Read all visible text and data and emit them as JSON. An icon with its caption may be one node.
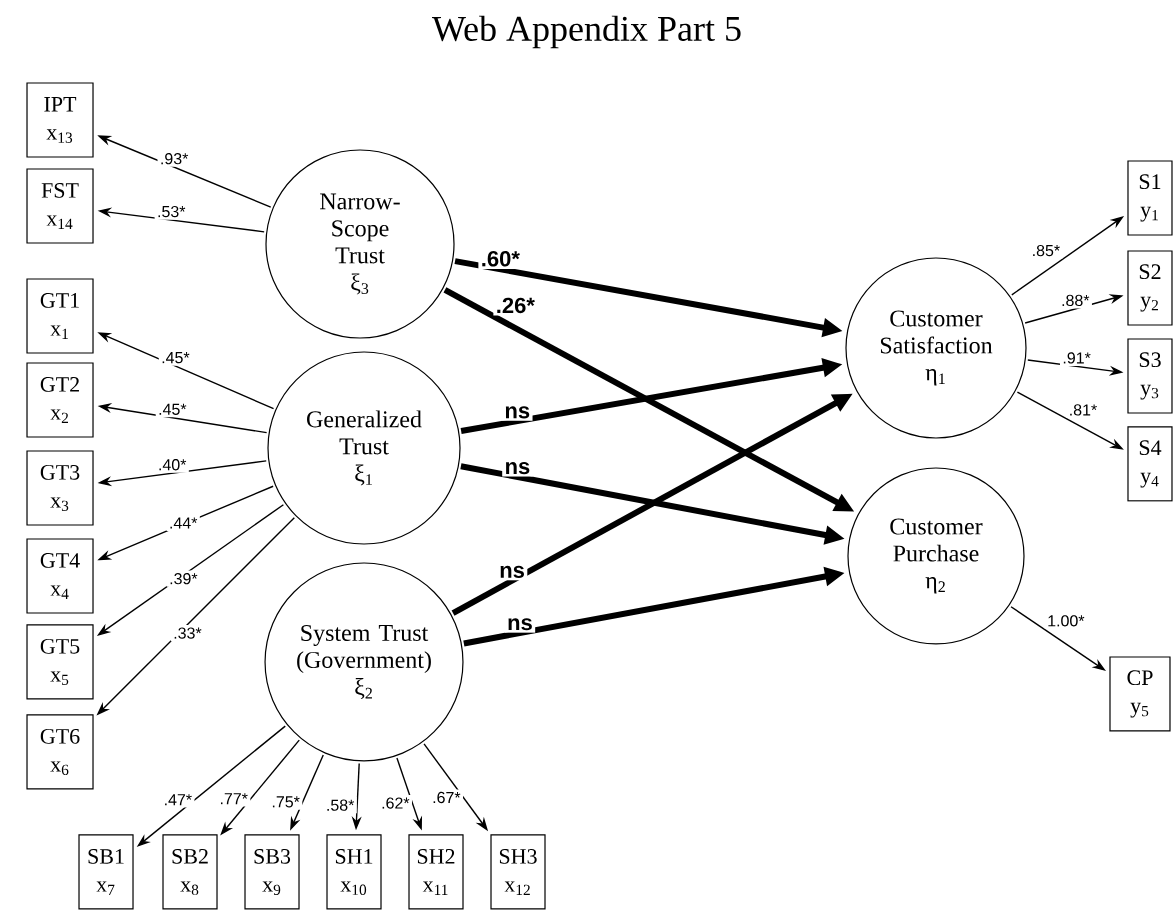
{
  "diagram": {
    "title": "Web Appendix Part 5",
    "nodes": [
      {
        "text": [
          "Narrow-Scope Trust",
          "ξ$_{3}$"
        ]
      },
      {
        "text": [
          "Generalized Trust",
          "ξ$_{1}$"
        ]
      },
      {
        "text": [
          "System Trust (Government)",
          "ξ$_{2}$"
        ]
      },
      {
        "text": [
          "Customer Satisfaction",
          "η$_{1}$"
        ]
      },
      {
        "text": [
          "Customer Purchase",
          "η$_{2}$"
        ]
      },
      {
        "text": [
          "IPT",
          "x$_{13}$"
        ]
      },
      {
        "text": [
          "FST",
          "x$_{14}$"
        ]
      },
      {
        "text": [
          "GT1",
          "x$_{1}$"
        ]
      },
      {
        "text": [
          "GT2",
          "x$_{2}$"
        ]
      },
      {
        "text": [
          "GT3",
          "x$_{3}$"
        ]
      },
      {
        "text": [
          "GT4",
          "x$_{4}$"
        ]
      },
      {
        "text": [
          "GT5",
          "x$_{5}$"
        ]
      },
      {
        "text": [
          "GT6",
          "x$_{6}$"
        ]
      },
      {
        "text": [
          "SB1",
          "x$_{7}$"
        ]
      },
      {
        "text": [
          "SB2",
          "x$_{8}$"
        ]
      },
      {
        "text": [
          "SB3",
          "x$_{9}$"
        ]
      },
      {
        "text": [
          "SH1",
          "x$_{10}$"
        ]
      },
      {
        "text": [
          "SH2",
          "x$_{11}$"
        ]
      },
      {
        "text": [
          "SH3",
          "x$_{12}$"
        ]
      },
      {
        "text": [
          "S1",
          "y$_{1}$"
        ]
      },
      {
        "text": [
          "S2",
          "y$_{2}$"
        ]
      },
      {
        "text": [
          "S3",
          "y$_{3}$"
        ]
      },
      {
        "text": [
          "S4",
          "y$_{4}$"
        ]
      },
      {
        "text": [
          "CP",
          "y$_{5}$"
        ]
      }
    ],
    "edges": [
      {
        "from": 0,
        "to": 5,
        "arrow": "to",
        "label": ".93*"
      },
      {
        "from": 0,
        "to": 6,
        "arrow": "to",
        "label": ".53*"
      },
      {
        "from": 1,
        "to": 7,
        "arrow": "to",
        "label": ".45*"
      },
      {
        "from": 1,
        "to": 8,
        "arrow": "to",
        "label": ".45*"
      },
      {
        "from": 1,
        "to": 9,
        "arrow": "to",
        "label": ".40*"
      },
      {
        "from": 1,
        "to": 10,
        "arrow": "to",
        "label": ".44*"
      },
      {
        "from": 1,
        "to": 11,
        "arrow": "to",
        "label": ".39*"
      },
      {
        "from": 1,
        "to": 12,
        "arrow": "to",
        "label": ".33*"
      },
      {
        "from": 2,
        "to": 13,
        "arrow": "to",
        "label": ".47*"
      },
      {
        "from": 2,
        "to": 14,
        "arrow": "to",
        "label": ".77*"
      },
      {
        "from": 2,
        "to": 15,
        "arrow": "to",
        "label": ".75*"
      },
      {
        "from": 2,
        "to": 16,
        "arrow": "to",
        "label": ".58*"
      },
      {
        "from": 2,
        "to": 17,
        "arrow": "to",
        "label": ".62*"
      },
      {
        "from": 2,
        "to": 18,
        "arrow": "to",
        "label": ".67*"
      },
      {
        "from": 3,
        "to": 19,
        "arrow": "to",
        "label": ".85*"
      },
      {
        "from": 3,
        "to": 20,
        "arrow": "to",
        "label": ".88*"
      },
      {
        "from": 3,
        "to": 21,
        "arrow": "to",
        "label": ".91*"
      },
      {
        "from": 3,
        "to": 22,
        "arrow": "to",
        "label": ".81*"
      },
      {
        "from": 4,
        "to": 23,
        "arrow": "to",
        "label": "1.00*"
      },
      {
        "from": 0,
        "to": 3,
        "arrow": "to",
        "label": ".60*",
        "style": "thick"
      },
      {
        "from": 0,
        "to": 4,
        "arrow": "to",
        "label": ".26*",
        "style": "thick"
      },
      {
        "from": 1,
        "to": 3,
        "arrow": "to",
        "label": "ns",
        "style": "thick"
      },
      {
        "from": 1,
        "to": 4,
        "arrow": "to",
        "label": "ns",
        "style": "thick"
      },
      {
        "from": 2,
        "to": 3,
        "arrow": "to",
        "label": "ns",
        "style": "thick"
      },
      {
        "from": 2,
        "to": 4,
        "arrow": "to",
        "label": "ns",
        "style": "thick"
      }
    ]
  }
}
